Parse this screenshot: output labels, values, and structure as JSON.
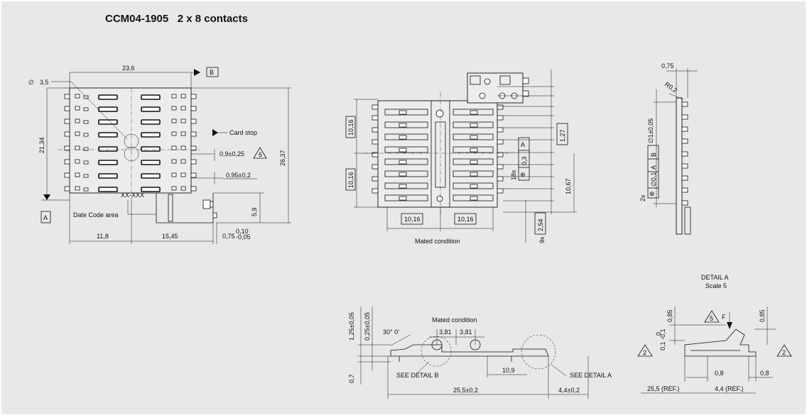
{
  "title": "CCM04-1905   2 x 8 contacts",
  "view_top": {
    "dims": {
      "hole_dia": "3,5",
      "width": "23,6",
      "height": "21,34",
      "overall_height": "26,37",
      "offset_left": "11,8",
      "offset_right": "15,45",
      "stop_1": "0,9±0,25",
      "stop_2": "0,95±0,2",
      "tab_height": "5,9",
      "thickness": "0,75",
      "thickness_tol_upper": "0,10",
      "thickness_tol_lower": "-0,05",
      "flag_6": "6"
    },
    "labels": {
      "card_stop": "Card stop",
      "date_code_area": "Date Code area",
      "date_code": "XX-XXX",
      "datum_a": "A",
      "datum_b": "B"
    }
  },
  "view_mated": {
    "caption": "Mated condition",
    "dims": {
      "pitch_upper": "10,16",
      "pitch_lower": "10,16",
      "span_left": "10,16",
      "span_right": "10,16",
      "pitch_127": "1,27",
      "pos_tol": "0,3",
      "datum_ref": "A",
      "count_18x": "18x",
      "height_1067": "10,67",
      "pitch_254": "2,54",
      "count_9x": "9x",
      "position_symbol": "⊕"
    }
  },
  "view_side": {
    "dims": {
      "thickness_top": "0,75",
      "radius": "R0,2",
      "pin_dia": "∅1±0,05",
      "pos_tol": "∅0,1",
      "datum_a": "A",
      "datum_b": "B",
      "count_2x": "2x"
    }
  },
  "view_section": {
    "caption": "Mated condition",
    "dims": {
      "h1": "1,25±0,05",
      "h2": "0,25±0,05",
      "angle": "30° 0'",
      "pitch_a": "3,81",
      "pitch_b": "3,81",
      "d_07": "0,7",
      "d_109": "10,9",
      "length": "25,5±0,2",
      "offset": "4,4±0,2"
    },
    "labels": {
      "see_detail_b": "SEE DETAIL B",
      "see_detail_a": "SEE DETAIL A"
    }
  },
  "detail_a": {
    "title": "DETAIL A",
    "scale": "Scale 5",
    "dims": {
      "h_085_left": "0,85",
      "h_085_right": "0,85",
      "tol": "0,1",
      "tol_upper": "0",
      "tol_lower": "-0,1",
      "w_08_left": "0,8",
      "w_08_right": "0,8",
      "ref_255": "25,5  (REF.)",
      "ref_44": "4,4  (REF.)",
      "flag_5": "5",
      "force": "F",
      "flag_2_left": "2",
      "flag_2_right": "2"
    }
  }
}
